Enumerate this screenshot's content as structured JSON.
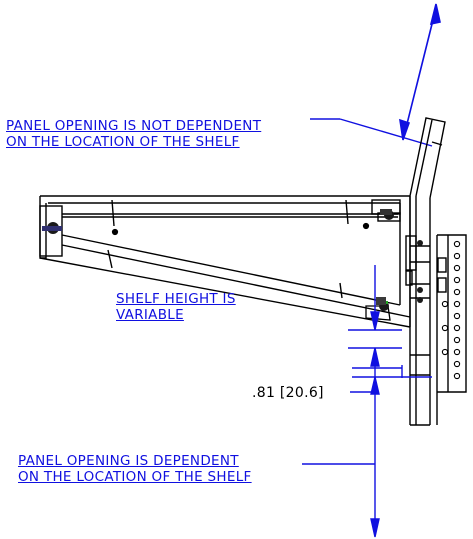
{
  "notes": {
    "top_line1": "PANEL OPENING IS NOT DEPENDENT",
    "top_line2": "ON THE LOCATION OF THE SHELF",
    "middle_line1": "SHELF HEIGHT IS",
    "middle_line2": "VARIABLE",
    "bottom_line1": "PANEL OPENING IS DEPENDENT",
    "bottom_line2": "ON THE LOCATION OF THE SHELF"
  },
  "dimension": "0.81 [20.6]",
  "dimension_display": ".81 [20.6]",
  "colors": {
    "annotation": "#1010e0",
    "part_outline": "#000000",
    "bracket_dark": "#3a3a3a",
    "accent_green": "#22aa22"
  }
}
